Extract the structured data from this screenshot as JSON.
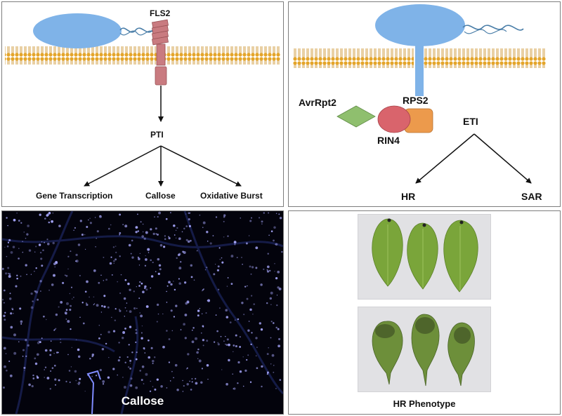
{
  "pti_panel": {
    "receptor_label": "FLS2",
    "response_label": "PTI",
    "outputs": [
      "Gene Transcription",
      "Callose",
      "Oxidative Burst"
    ]
  },
  "eti_panel": {
    "effector_label": "AvrRpt2",
    "guard_label": "RPS2",
    "guardee_label": "RIN4",
    "response_label": "ETI",
    "outputs": [
      "HR",
      "SAR"
    ]
  },
  "callose_panel": {
    "caption": "Callose"
  },
  "hr_panel": {
    "caption": "HR Phenotype"
  },
  "colors": {
    "membrane_head": "#e4a52a",
    "membrane_tail": "#c8891a",
    "bacterium": "#7fb3e8",
    "flagellin": "#4a7ea8",
    "fls2_receptor": "#c97b80",
    "rps2": "#ec9a4c",
    "rin4": "#d9646c",
    "avrrpt2": "#8fbf6e",
    "leaf_healthy": "#7aa53a",
    "leaf_hr": "#5f7e35",
    "callose_spots": "#a9a9ff"
  }
}
